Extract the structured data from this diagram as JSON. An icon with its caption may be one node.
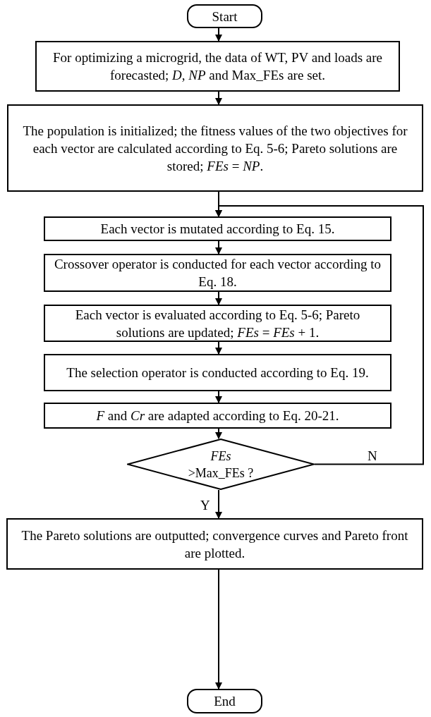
{
  "diagram": {
    "nodes": [
      {
        "text": [
          "Start"
        ]
      },
      {
        "text": [
          "For optimizing a microgrid, the data of WT, PV and loads are forecasted; *D*, *NP* and Max_FEs are set."
        ]
      },
      {
        "text": [
          "The population is initialized; the fitness values of the two objectives for each vector are calculated according to Eq. 5-6; Pareto solutions are stored; *FEs* = *NP*."
        ]
      },
      {
        "text": [
          "Each vector is mutated according to Eq. 15."
        ]
      },
      {
        "text": [
          "Crossover operator is conducted for each vector according to Eq. 18."
        ]
      },
      {
        "text": [
          "Each vector is evaluated according to Eq. 5-6; Pareto solutions are updated; *FEs* = *FEs* + 1."
        ]
      },
      {
        "text": [
          "The selection operator is conducted according to Eq. 19."
        ]
      },
      {
        "text": [
          "*F* and *Cr* are adapted according to Eq. 20-21."
        ]
      },
      {
        "text": [
          "*FEs* >Max_FEs ?"
        ]
      },
      {
        "text": [
          "The Pareto solutions are outputted; convergence curves and Pareto front are plotted."
        ]
      },
      {
        "text": [
          "End"
        ]
      }
    ],
    "edges": [
      {
        "from": 0,
        "to": 1,
        "arrow": "to"
      },
      {
        "from": 1,
        "to": 2,
        "arrow": "to"
      },
      {
        "from": 2,
        "to": 3,
        "arrow": "to"
      },
      {
        "from": 3,
        "to": 4,
        "arrow": "to"
      },
      {
        "from": 4,
        "to": 5,
        "arrow": "to"
      },
      {
        "from": 5,
        "to": 6,
        "arrow": "to"
      },
      {
        "from": 6,
        "to": 7,
        "arrow": "to"
      },
      {
        "from": 7,
        "to": 8,
        "arrow": "to"
      },
      {
        "from": 8,
        "to": 3,
        "label": "N",
        "arrow": "to"
      },
      {
        "from": 8,
        "to": 9,
        "label": "Y",
        "arrow": "to"
      },
      {
        "from": 9,
        "to": 10,
        "arrow": "to"
      }
    ]
  }
}
